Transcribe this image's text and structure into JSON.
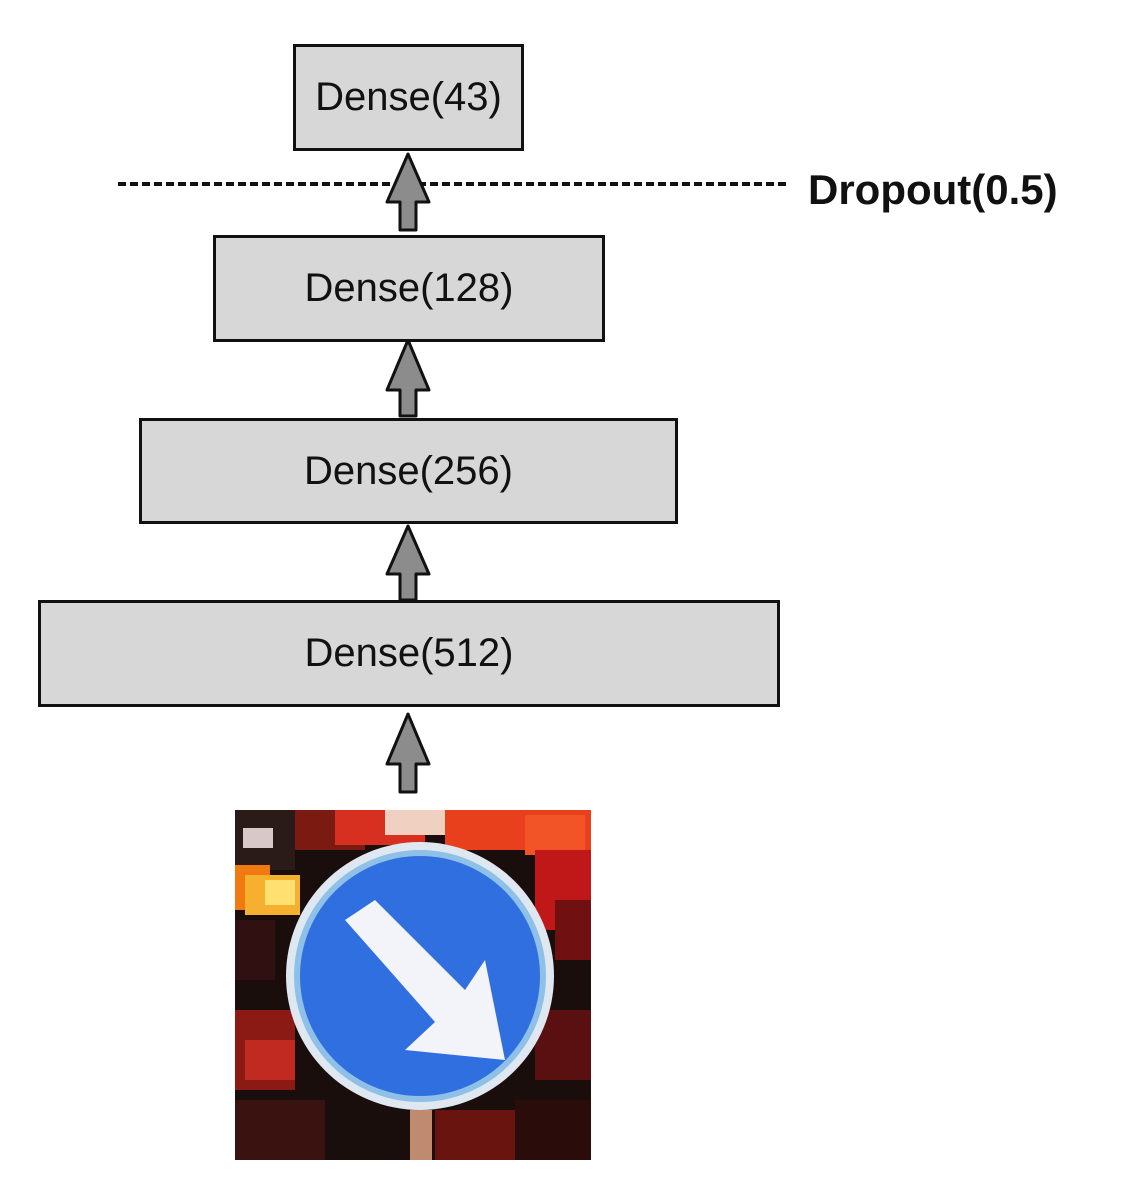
{
  "layers": {
    "output": "Dense(43)",
    "dense128": "Dense(128)",
    "dense256": "Dense(256)",
    "dense512": "Dense(512)"
  },
  "dropout": {
    "label": "Dropout(0.5)"
  },
  "colors": {
    "layer_fill": "#d7d7d7",
    "arrow_fill": "#8c8c8c",
    "stroke": "#111111",
    "sign_blue": "#2f6fe0"
  },
  "input_image": {
    "icon": "traffic-sign-keep-right-icon"
  }
}
